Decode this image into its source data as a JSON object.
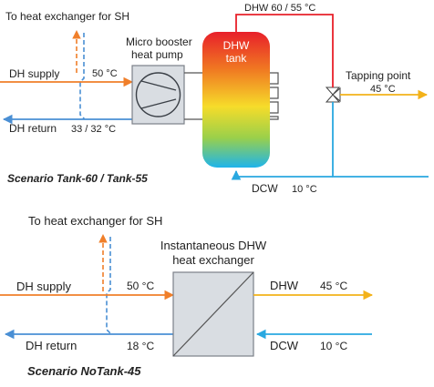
{
  "scenario1": {
    "to_hx_label": "To heat exchanger for SH",
    "dh_supply_label": "DH supply",
    "supply_temp": "50 °C",
    "dh_return_label": "DH return",
    "return_temp": "33 / 32 °C",
    "booster_label_line1": "Micro booster",
    "booster_label_line2": "heat pump",
    "tank_label_line1": "DHW",
    "tank_label_line2": "tank",
    "dhw_temp_label": "DHW 60 / 55 °C",
    "tapping_label": "Tapping point",
    "tapping_temp": "45 °C",
    "dcw_label": "DCW",
    "dcw_temp": "10 °C",
    "caption": "Scenario Tank-60 / Tank-55"
  },
  "scenario2": {
    "to_hx_label": "To heat exchanger for SH",
    "hx_label_line1": "Instantaneous DHW",
    "hx_label_line2": "heat exchanger",
    "dh_supply_label": "DH supply",
    "supply_temp": "50 °C",
    "dh_return_label": "DH return",
    "return_temp": "18 °C",
    "dhw_label": "DHW",
    "dhw_temp": "45 °C",
    "dcw_label": "DCW",
    "dcw_temp": "10 °C",
    "caption": "Scenario NoTank-45"
  },
  "colors": {
    "supply": "#f07f2a",
    "return": "#4a8fd4",
    "dhw": "#f3b21a",
    "dhw_hot": "#e8202a",
    "cold": "#29a8e0"
  }
}
